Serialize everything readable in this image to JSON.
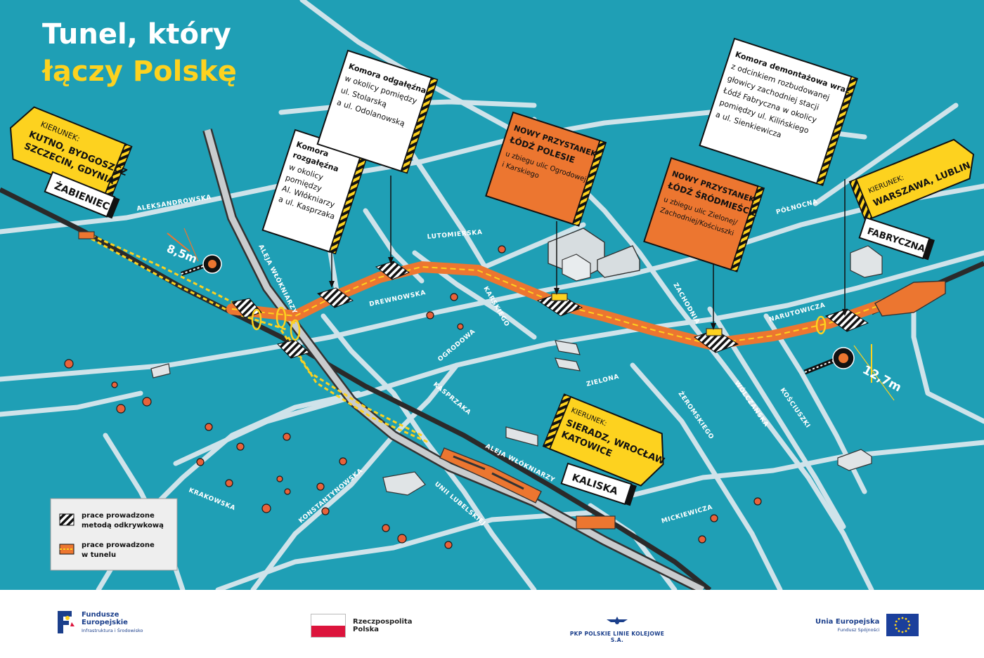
{
  "title": {
    "line1": "Tunel, który",
    "line2": "łączy Polskę"
  },
  "colors": {
    "sea": "#1f9fb5",
    "street": "#cfe3ea",
    "yellow": "#fdd21f",
    "orange": "#ec7630",
    "dark": "#222222"
  },
  "callouts": {
    "komora_odgalezna": [
      "Komora odgałęźna",
      "w okolicy pomiędzy",
      "ul. Stolarską",
      "a ul. Odolanowską"
    ],
    "komora_rozgalezna": [
      "Komora",
      "rozgałęźna",
      "w okolicy",
      "pomiędzy",
      "Al. Włókniarzy",
      "a ul. Kasprzaka"
    ],
    "komora_demontazowa": [
      "Komora demontażowa wraz",
      "z odcinkiem rozbudowanej",
      "głowicy zachodniej stacji",
      "Łódź Fabryczna w okolicy",
      "pomiędzy ul. Kilińskiego",
      "a ul. Sienkiewicza"
    ],
    "przystanek_polesie": {
      "title": [
        "NOWY PRZYSTANEK",
        "ŁÓDŹ POLESIE"
      ],
      "desc": [
        "u zbiegu ulic Ogrodowej",
        "i Karskiego"
      ]
    },
    "przystanek_srodmiescie": {
      "title": [
        "NOWY PRZYSTANEK",
        "ŁÓDŹ ŚRÓDMIEŚCIE"
      ],
      "desc": [
        "u zbiegu ulic Zielonej/",
        "Zachodniej/Kościuszki"
      ]
    }
  },
  "directions": {
    "kutno": {
      "label": "KIERUNEK:",
      "lines": [
        "KUTNO, BYDGOSZCZ",
        "SZCZECIN, GDYNIA"
      ]
    },
    "warszawa": {
      "label": "KIERUNEK:",
      "lines": [
        "WARSZAWA, LUBLIN"
      ]
    },
    "sieradz": {
      "label": "KIERUNEK:",
      "lines": [
        "SIERADZ, WROCŁAW",
        "KATOWICE"
      ]
    }
  },
  "stations": {
    "zabieniec": "ŻABIENIEC",
    "fabryczna": "FABRYCZNA",
    "kaliska": "KALISKA"
  },
  "measurements": {
    "west": "8,5m",
    "east": "12,7m"
  },
  "streets": {
    "aleksandrowska": "ALEKSANDROWSKA",
    "lutomierska": "LUTOMIERSKA",
    "polnocna": "PÓŁNOCNA",
    "drewnowska": "DREWNOWSKA",
    "karskiego": "KARSKIEGO",
    "aleja_wlokniarzy_1": "ALEJA WŁÓKNIARZY",
    "aleja_wlokniarzy_2": "ALEJA WŁÓKNIARZY",
    "ogrodowa": "OGRODOWA",
    "kasprzaka": "KASPRZAKA",
    "zielona": "ZIELONA",
    "zachodnia": "ZACHODNIA",
    "narutowicza": "NARUTOWICZA",
    "zeromskiego": "ŻEROMSKIEGO",
    "wolczanska": "WÓLCZAŃSKA",
    "kosciuszki": "KOŚCIUSZKI",
    "krakowska": "KRAKOWSKA",
    "konstantynowska": "KONSTANTYNOWSKA",
    "unii_lubelskiej": "UNII LUBELSKIEJ",
    "mickiewicza": "MICKIEWICZA"
  },
  "legend": {
    "open_pit": [
      "prace prowadzone",
      "metodą odkrywkową"
    ],
    "tunnel": [
      "prace prowadzone",
      "w tunelu"
    ]
  },
  "footer": {
    "fe_title": [
      "Fundusze",
      "Europejskie"
    ],
    "fe_sub": "Infrastruktura i Środowisko",
    "rp": [
      "Rzeczpospolita",
      "Polska"
    ],
    "pkp": "PKP POLSKIE LINIE KOLEJOWE S.A.",
    "ue_title": "Unia Europejska",
    "ue_sub": "Fundusz Spójności"
  }
}
